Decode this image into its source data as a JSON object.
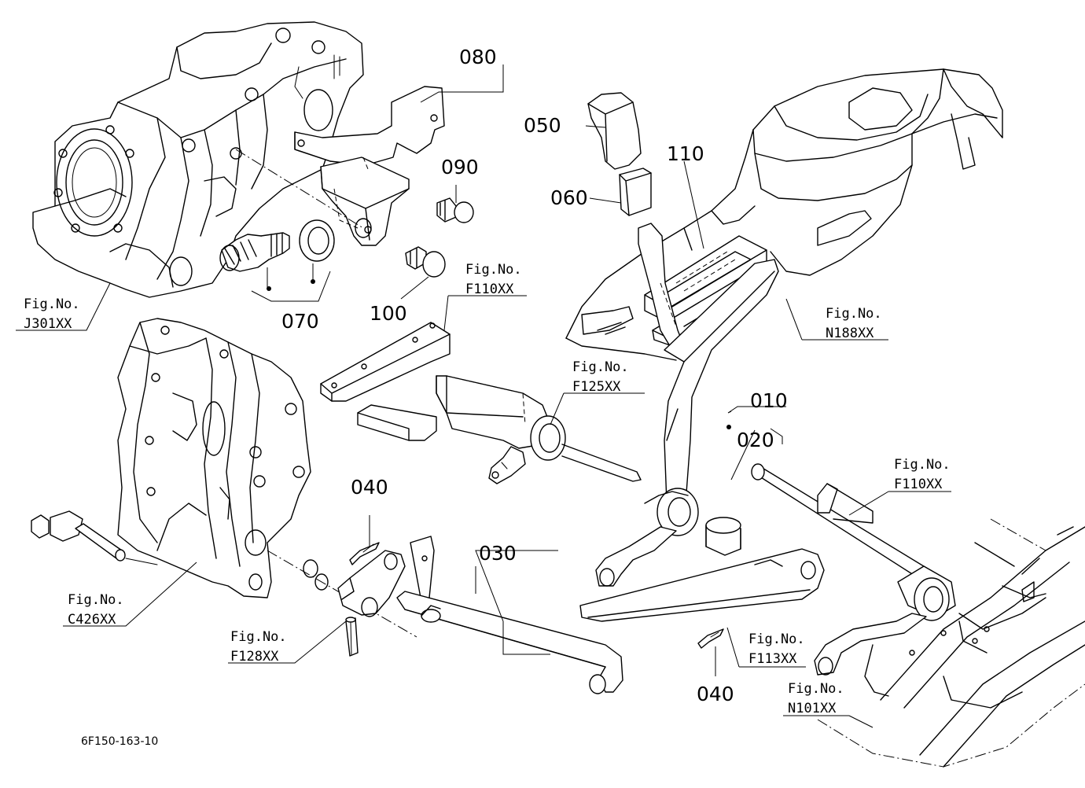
{
  "parts": {
    "p080": "080",
    "p050": "050",
    "p090": "090",
    "p110": "110",
    "p060": "060",
    "p070": "070",
    "p100": "100",
    "p010": "010",
    "p020": "020",
    "p040a": "040",
    "p030": "030",
    "p040b": "040"
  },
  "figs": {
    "j301": {
      "prefix": "Fig.No.",
      "code": "J301XX"
    },
    "f110a": {
      "prefix": "Fig.No.",
      "code": "F110XX"
    },
    "n188": {
      "prefix": "Fig.No.",
      "code": "N188XX"
    },
    "f125": {
      "prefix": "Fig.No.",
      "code": "F125XX"
    },
    "f110b": {
      "prefix": "Fig.No.",
      "code": "F110XX"
    },
    "c426": {
      "prefix": "Fig.No.",
      "code": "C426XX"
    },
    "f128": {
      "prefix": "Fig.No.",
      "code": "F128XX"
    },
    "f113": {
      "prefix": "Fig.No.",
      "code": "F113XX"
    },
    "n101": {
      "prefix": "Fig.No.",
      "code": "N101XX"
    }
  },
  "drawing_code": "6F150-163-10"
}
